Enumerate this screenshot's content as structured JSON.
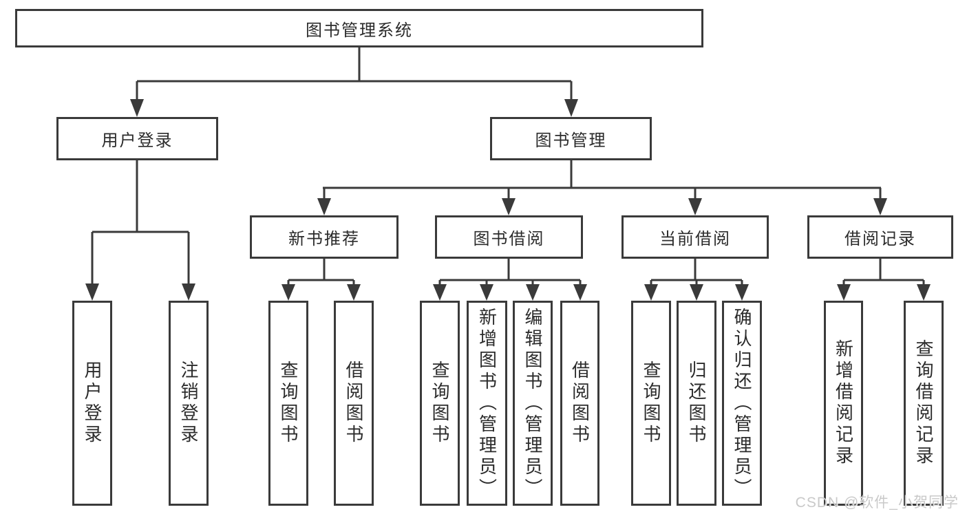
{
  "diagram": {
    "title": "图书管理系统",
    "nodes": [
      {
        "id": "root",
        "label": "图书管理系统"
      },
      {
        "id": "login",
        "label": "用户登录"
      },
      {
        "id": "mgmt",
        "label": "图书管理"
      },
      {
        "id": "rec",
        "label": "新书推荐"
      },
      {
        "id": "borrow",
        "label": "图书借阅"
      },
      {
        "id": "current",
        "label": "当前借阅"
      },
      {
        "id": "record",
        "label": "借阅记录"
      },
      {
        "id": "u1",
        "label": "用户登录"
      },
      {
        "id": "u2",
        "label": "注销登录"
      },
      {
        "id": "n1",
        "label": "查询图书"
      },
      {
        "id": "n2",
        "label": "借阅图书"
      },
      {
        "id": "b1",
        "label": "查询图书"
      },
      {
        "id": "b2",
        "label": "新增图书（管理员）"
      },
      {
        "id": "b3",
        "label": "编辑图书（管理员）"
      },
      {
        "id": "b4",
        "label": "借阅图书"
      },
      {
        "id": "c1",
        "label": "查询图书"
      },
      {
        "id": "c2",
        "label": "归还图书"
      },
      {
        "id": "c3",
        "label": "确认归还（管理员）"
      },
      {
        "id": "r1",
        "label": "新增借阅记录"
      },
      {
        "id": "r2",
        "label": "查询借阅记录"
      }
    ],
    "edges": [
      [
        "root",
        "login"
      ],
      [
        "root",
        "mgmt"
      ],
      [
        "login",
        "u1"
      ],
      [
        "login",
        "u2"
      ],
      [
        "mgmt",
        "rec"
      ],
      [
        "mgmt",
        "borrow"
      ],
      [
        "mgmt",
        "current"
      ],
      [
        "mgmt",
        "record"
      ],
      [
        "rec",
        "n1"
      ],
      [
        "rec",
        "n2"
      ],
      [
        "borrow",
        "b1"
      ],
      [
        "borrow",
        "b2"
      ],
      [
        "borrow",
        "b3"
      ],
      [
        "borrow",
        "b4"
      ],
      [
        "current",
        "c1"
      ],
      [
        "current",
        "c2"
      ],
      [
        "current",
        "c3"
      ],
      [
        "record",
        "r1"
      ],
      [
        "record",
        "r2"
      ]
    ]
  },
  "watermark": {
    "text": "CSDN @软件_小贺同学"
  },
  "colors": {
    "line": "#3a3a3a",
    "text": "#2b2b2b",
    "background": "#ffffff",
    "watermark": "#c6c6c6"
  }
}
